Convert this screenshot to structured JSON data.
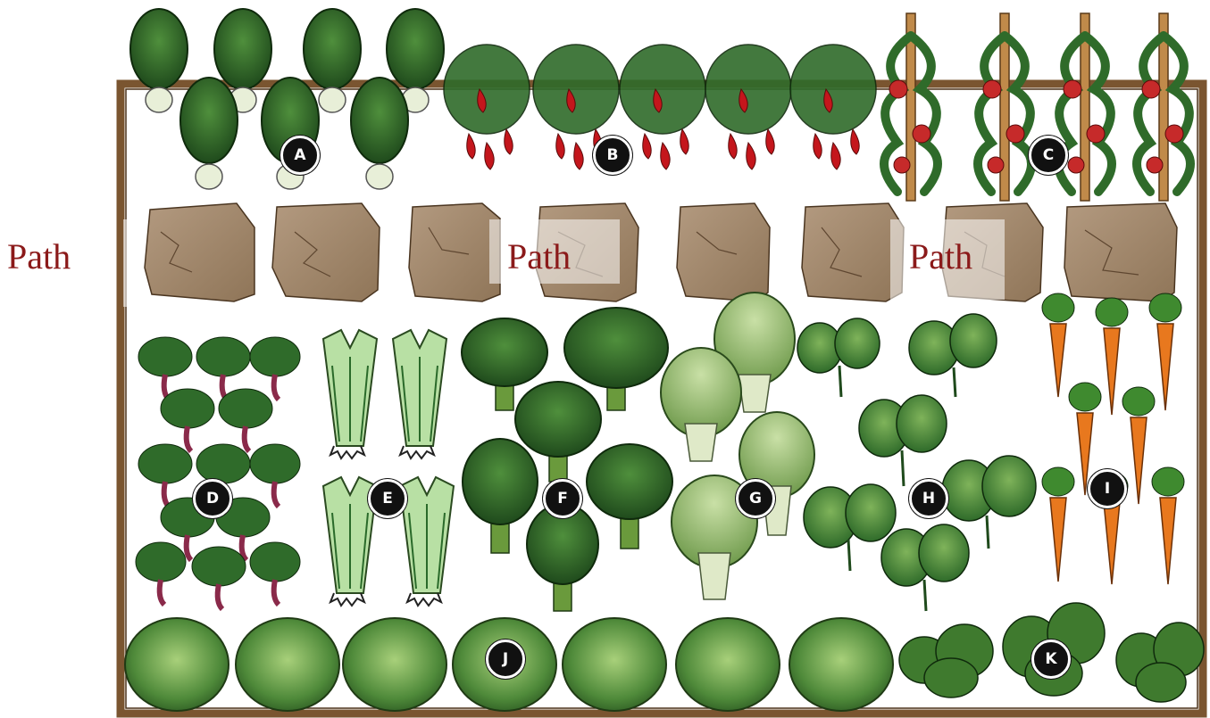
{
  "path_labels": [
    "Path",
    "Path",
    "Path"
  ],
  "plots": [
    {
      "id": "A",
      "plant": "kohlrabi-icon"
    },
    {
      "id": "B",
      "plant": "pepper-plant-icon"
    },
    {
      "id": "C",
      "plant": "staked-tomato-icon"
    },
    {
      "id": "D",
      "plant": "beet-icon"
    },
    {
      "id": "E",
      "plant": "leek-icon"
    },
    {
      "id": "F",
      "plant": "broccoli-icon"
    },
    {
      "id": "G",
      "plant": "bok-choy-icon"
    },
    {
      "id": "H",
      "plant": "spinach-icon"
    },
    {
      "id": "I",
      "plant": "carrot-icon"
    },
    {
      "id": "J",
      "plant": "cabbage-icon"
    },
    {
      "id": "K",
      "plant": "parsley-icon"
    }
  ],
  "colors": {
    "frame": "#7a5530",
    "stepping_stone": "#a68a70",
    "label_text": "#8b1a1a",
    "leaf_dark": "#2f6b2a",
    "leaf_light": "#8fc46a",
    "pepper_red": "#c4161c",
    "carrot_orange": "#e8781e"
  }
}
